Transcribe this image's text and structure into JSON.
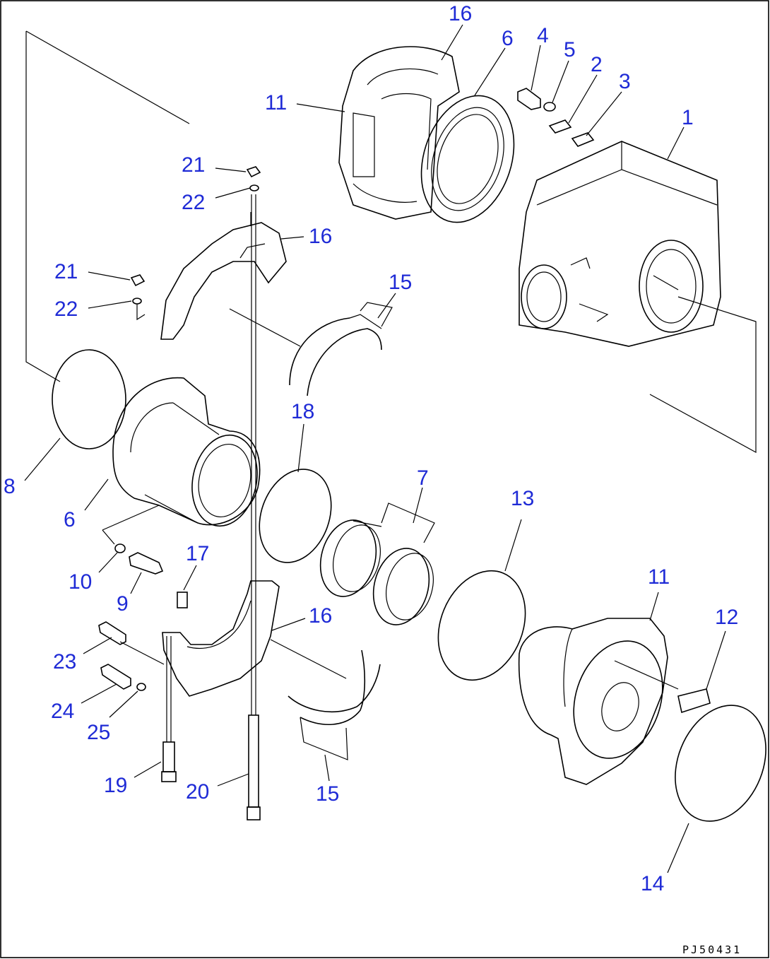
{
  "diagram": {
    "drawing_code": "PJ50431",
    "labels": {
      "l16a": "16",
      "l6a": "6",
      "l4": "4",
      "l5": "5",
      "l2": "2",
      "l3": "3",
      "l11a": "11",
      "l1": "1",
      "l21a": "21",
      "l22a": "22",
      "l16b": "16",
      "l21b": "21",
      "l22b": "22",
      "l15a": "15",
      "l18": "18",
      "l8": "8",
      "l6b": "6",
      "l7": "7",
      "l13": "13",
      "l17": "17",
      "l10": "10",
      "l9": "9",
      "l16c": "16",
      "l11b": "11",
      "l12": "12",
      "l23": "23",
      "l24": "24",
      "l25": "25",
      "l19": "19",
      "l20": "20",
      "l15b": "15",
      "l14": "14"
    }
  }
}
